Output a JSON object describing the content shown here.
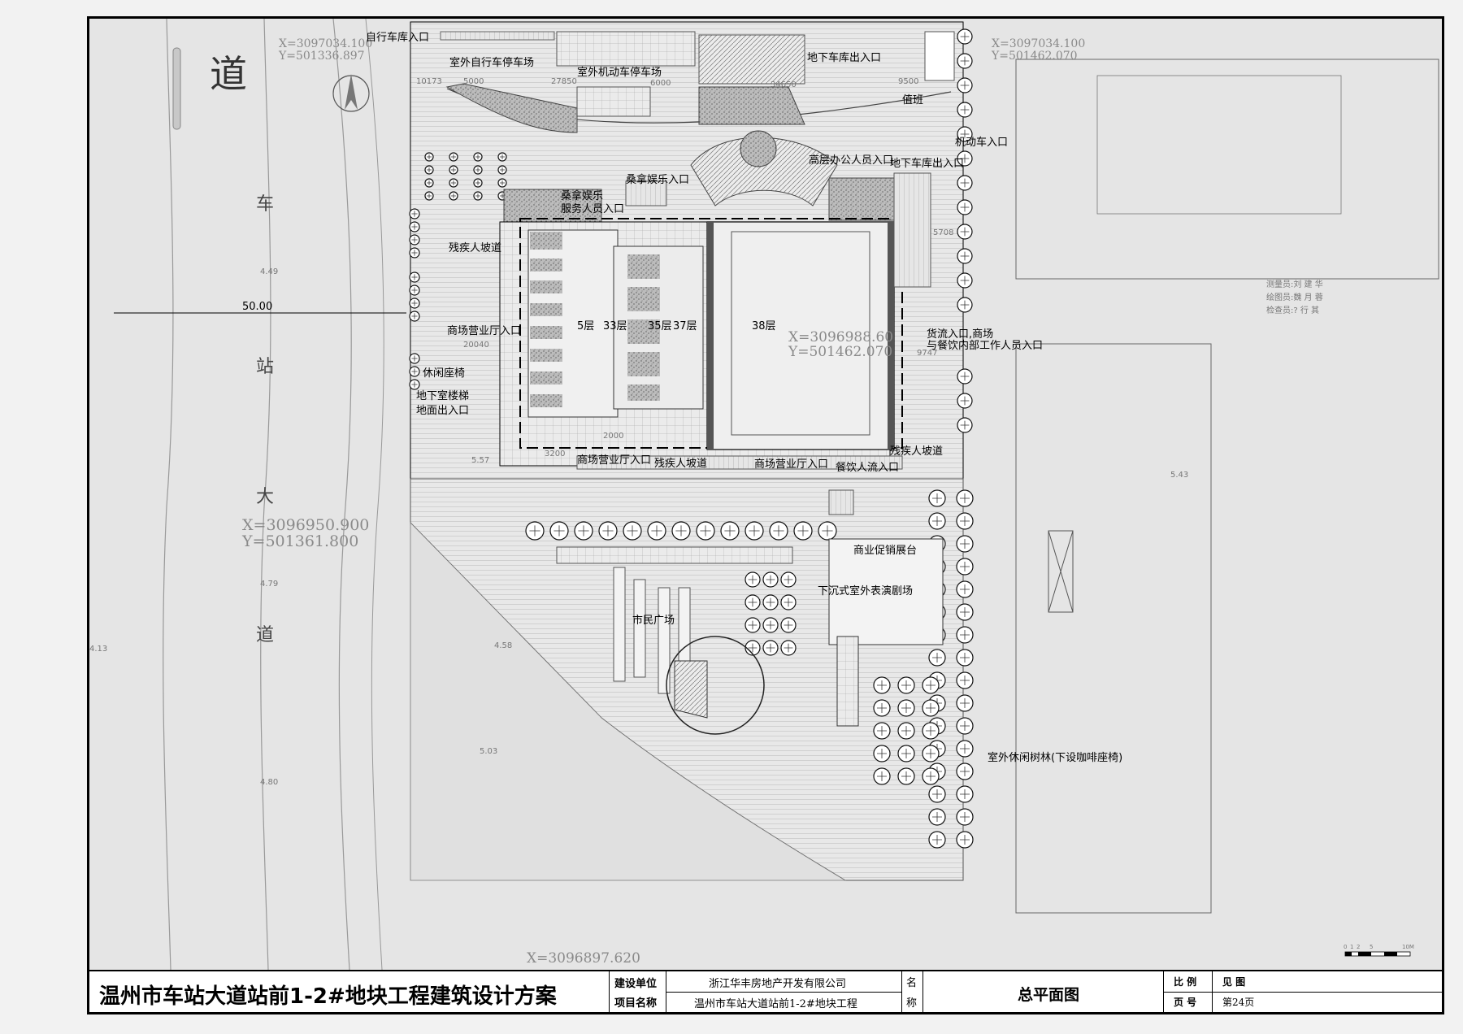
{
  "labels": {
    "bike_entry": "自行车库入口",
    "bike_parking": "室外自行车停车场",
    "car_parking": "室外机动车停车场",
    "garage_exit_top": "地下车库出入口",
    "duty": "值班",
    "vehicle_entry": "机动车入口",
    "office_entry": "高层办公人员入口",
    "garage_entry_right": "地下车库出入口",
    "ktv_entry": "桑拿娱乐入口",
    "ktv_staff": "桑拿娱乐",
    "ktv_staff2": "服务人员入口",
    "ramp_left": "残疾人坡道",
    "mall_hall_west": "商场营业厅入口",
    "floor_5": "5层",
    "floor_33": "33层",
    "floor_35": "35层",
    "floor_37": "37层",
    "floor_38": "38层",
    "cargo_entry": "货流入口,商场",
    "cargo_entry2": "与餐饮内部工作人员入口",
    "rest_seats": "休闲座椅",
    "basement_stair": "地下室楼梯",
    "ground_exit": "地面出入口",
    "mall_hall_south1": "商场营业厅入口",
    "ramp_south": "残疾人坡道",
    "mall_hall_south2": "商场营业厅入口",
    "dining_entry": "餐饮人流入口",
    "ramp_right": "残疾人坡道",
    "promo_stage": "商业促销展台",
    "sunken_theater": "下沉式室外表演剧场",
    "civic_plaza": "市民广场",
    "leisure_grove": "室外休闲树林(下设咖啡座椅)",
    "road_width": "50.00"
  },
  "dimensions": {
    "d1": "10173",
    "d2": "5000",
    "d3": "27850",
    "d4": "6000",
    "d5": "34650",
    "d6": "9500",
    "d7": "20040",
    "d8": "5708",
    "d9": "9747",
    "d10": "3200",
    "d11": "2000"
  },
  "road": {
    "c1": "道",
    "c2": "车",
    "c3": "站",
    "c4": "大",
    "c5": "道"
  },
  "coords": {
    "nw": "X=3097034.100\nY=501336.897",
    "ne": "X=3097034.100\nY=501462.070",
    "center": "X=3096988.60\nY=501462.070",
    "west": "X=3096950.900\nY=501361.800",
    "south": "X=3096897.620"
  },
  "elevations": [
    "4.49",
    "4.79",
    "4.13",
    "4.58",
    "5.03",
    "4.80",
    "5.43",
    "5.57"
  ],
  "survey_notes": [
    "测量员:刘 建 华",
    "绘图员:魏 月 蓉",
    "检查员:? 行 其"
  ],
  "scale_bar": [
    "0",
    "1",
    "2",
    "5",
    "10M"
  ],
  "title_block": {
    "project_title": "温州市车站大道站前1-2#地块工程建筑设计方案",
    "client_label": "建设单位",
    "client_value": "浙江华丰房地产开发有限公司",
    "project_label": "项目名称",
    "project_value": "温州市车站大道站前1-2#地块工程",
    "name_label1": "名",
    "name_label2": "称",
    "drawing_name": "总平面图",
    "scale_label": "比 例",
    "scale_value": "见 图",
    "page_label": "页 号",
    "page_value": "第24页"
  }
}
